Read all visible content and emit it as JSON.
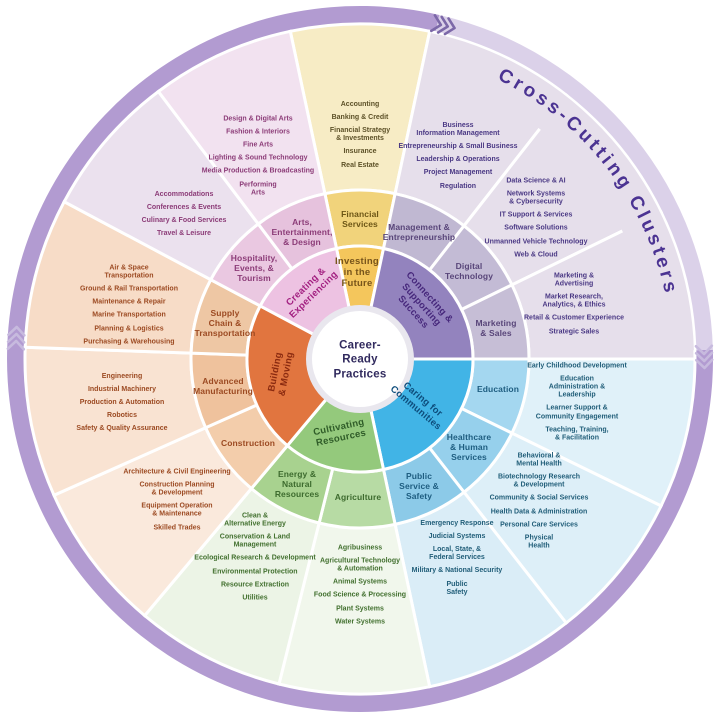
{
  "title": {
    "text": "Cross-Cutting Clusters",
    "color": "#4b3392"
  },
  "center": {
    "label": "Career-\nReady\nPractices",
    "text_color": "#312a5e",
    "bg": "#ffffff"
  },
  "band": {
    "color": "#b29bd1",
    "light_color": "#dbd1e9",
    "chevron_dark": "#7c68a8",
    "chevron_light": "#c7bade"
  },
  "inner_groups": [
    {
      "id": "investing",
      "label": "Investing\nin the\nFuture",
      "color": "#f4c65c",
      "text_color": "#77541a"
    },
    {
      "id": "connecting",
      "label": "Connecting &\nSupporting\nSuccess",
      "color": "#9383be",
      "text_color": "#46277b"
    },
    {
      "id": "caring",
      "label": "Caring for\nCommunities",
      "color": "#41b4e6",
      "text_color": "#0d4d7c"
    },
    {
      "id": "cultivating",
      "label": "Cultivating\nResources",
      "color": "#94c97c",
      "text_color": "#2f5c28"
    },
    {
      "id": "building",
      "label": "Building\n& Moving",
      "color": "#e1753f",
      "text_color": "#8a2a10"
    },
    {
      "id": "creating",
      "label": "Creating &\nExperiencing",
      "color": "#edc2e2",
      "text_color": "#a21f80"
    }
  ],
  "clusters": [
    {
      "id": "financial",
      "name": "Financial\nServices",
      "mid_color": "#f1d37b",
      "outer_color": "#f7ecc5",
      "text_color": "#6d5616",
      "item_color": "#5d5128",
      "items": [
        "Accounting",
        "Banking & Credit",
        "Financial Strategy\n& Investments",
        "Insurance",
        "Real Estate"
      ]
    },
    {
      "id": "management",
      "name": "Management &\nEntrepreneurship",
      "mid_color": "#c0b8d2",
      "outer_color": "#e6dfeb",
      "text_color": "#584579",
      "item_color": "#4a3884",
      "items": [
        "Business\nInformation Management",
        "Entrepreneurship & Small Business",
        "Leadership & Operations",
        "Project Management",
        "Regulation"
      ]
    },
    {
      "id": "digital",
      "name": "Digital\nTechnology",
      "mid_color": "#c3bbd5",
      "outer_color": "#e6dfeb",
      "text_color": "#584579",
      "item_color": "#4a3884",
      "items": [
        "Data Science & AI",
        "Network Systems\n& Cybersecurity",
        "IT Support & Services",
        "Software Solutions",
        "Unmanned Vehicle Technology",
        "Web & Cloud"
      ]
    },
    {
      "id": "marketing",
      "name": "Marketing\n& Sales",
      "mid_color": "#c6bed6",
      "outer_color": "#e6dfeb",
      "text_color": "#584579",
      "item_color": "#4a3884",
      "items": [
        "Marketing &\nAdvertising",
        "Market Research,\nAnalytics, & Ethics",
        "Retail & Customer Experience",
        "Strategic Sales"
      ]
    },
    {
      "id": "education",
      "name": "Education",
      "mid_color": "#a4d7f0",
      "outer_color": "#e0f1f9",
      "text_color": "#1e5d80",
      "item_color": "#215e79",
      "items": [
        "Early Childhood Development",
        "Education\nAdministration &\nLeadership",
        "Learner Support &\nCommunity Engagement",
        "Teaching, Training,\n& Facilitation"
      ]
    },
    {
      "id": "healthcare",
      "name": "Healthcare\n& Human\nServices",
      "mid_color": "#96d0ec",
      "outer_color": "#ddeff8",
      "text_color": "#1e5d80",
      "item_color": "#215e79",
      "items": [
        "Behavioral &\nMental Health",
        "Biotechnology Research\n& Development",
        "Community & Social Services",
        "Health Data & Administration",
        "Personal Care Services",
        "Physical\nHealth"
      ]
    },
    {
      "id": "public_service",
      "name": "Public\nService &\nSafety",
      "mid_color": "#8ccae8",
      "outer_color": "#daedf7",
      "text_color": "#1e5d80",
      "item_color": "#215e79",
      "items": [
        "Emergency Response",
        "Judicial Systems",
        "Local, State, &\nFederal Services",
        "Military & National Security",
        "Public\nSafety"
      ]
    },
    {
      "id": "agriculture",
      "name": "Agriculture",
      "mid_color": "#b7dba4",
      "outer_color": "#f1f7ec",
      "text_color": "#3d6b2e",
      "item_color": "#42702f",
      "items": [
        "Agribusiness",
        "Agricultural Technology\n& Automation",
        "Animal Systems",
        "Food Science & Processing",
        "Plant Systems",
        "Water Systems"
      ]
    },
    {
      "id": "energy",
      "name": "Energy &\nNatural\nResources",
      "mid_color": "#a8d28f",
      "outer_color": "#ecf4e6",
      "text_color": "#3d6b2e",
      "item_color": "#42702f",
      "items": [
        "Clean &\nAlternative Energy",
        "Conservation & Land\nManagement",
        "Ecological Research & Development",
        "Environmental Protection",
        "Resource Extraction",
        "Utilities"
      ]
    },
    {
      "id": "construction",
      "name": "Construction",
      "mid_color": "#f3cdab",
      "outer_color": "#fae9dc",
      "text_color": "#9c4a22",
      "item_color": "#9c4a22",
      "items": [
        "Architecture & Civil Engineering",
        "Construction Planning\n& Development",
        "Equipment Operation\n& Maintenance",
        "Skilled Trades"
      ]
    },
    {
      "id": "advanced_mfg",
      "name": "Advanced\nManufacturing",
      "mid_color": "#efc29d",
      "outer_color": "#f9e3d2",
      "text_color": "#9c4a22",
      "item_color": "#9c4a22",
      "items": [
        "Engineering",
        "Industrial Machinery",
        "Production & Automation",
        "Robotics",
        "Safety & Quality Assurance"
      ]
    },
    {
      "id": "supply_chain",
      "name": "Supply\nChain &\nTransportation",
      "mid_color": "#eec7a4",
      "outer_color": "#f7dcc7",
      "text_color": "#9c4a22",
      "item_color": "#9c4a22",
      "items": [
        "Air & Space\nTransportation",
        "Ground & Rail Transportation",
        "Maintenance & Repair",
        "Marine Transportation",
        "Planning & Logistics",
        "Purchasing & Warehousing"
      ]
    },
    {
      "id": "hospitality",
      "name": "Hospitality,\nEvents, &\nTourism",
      "mid_color": "#eac8e1",
      "outer_color": "#ebe1ee",
      "text_color": "#8c3c78",
      "item_color": "#8c3c78",
      "items": [
        "Accommodations",
        "Conferences & Events",
        "Culinary & Food Services",
        "Travel & Leisure"
      ]
    },
    {
      "id": "arts",
      "name": "Arts,\nEntertainment,\n& Design",
      "mid_color": "#e6c2dd",
      "outer_color": "#f2e2f0",
      "text_color": "#8c3c78",
      "item_color": "#8c3c78",
      "items": [
        "Design & Digital Arts",
        "Fashion & Interiors",
        "Fine Arts",
        "Lighting & Sound Technology",
        "Media Production & Broadcasting",
        "Performing\nArts"
      ]
    }
  ]
}
